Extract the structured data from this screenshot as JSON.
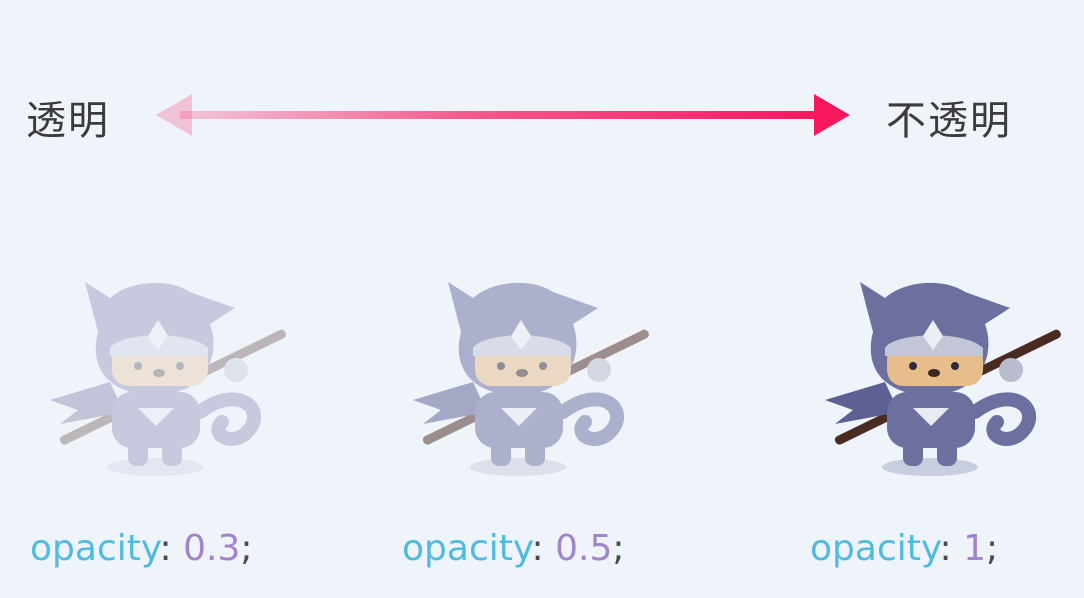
{
  "labels": {
    "transparent": "透明",
    "opaque": "不透明"
  },
  "colors": {
    "arrow": "#f7185e",
    "property": "#4fbbe0",
    "value": "#a184cc",
    "background": "#eff3fa"
  },
  "examples": [
    {
      "property": "opacity",
      "colon": ":",
      "value": "0.3",
      "semicolon": ";",
      "opacity": 0.3
    },
    {
      "property": "opacity",
      "colon": ":",
      "value": "0.5",
      "semicolon": ";",
      "opacity": 0.5
    },
    {
      "property": "opacity",
      "colon": ":",
      "value": "1",
      "semicolon": ";",
      "opacity": 1
    }
  ],
  "icons": [
    "double-headed-arrow-icon",
    "ninja-dog-mascot-icon"
  ]
}
